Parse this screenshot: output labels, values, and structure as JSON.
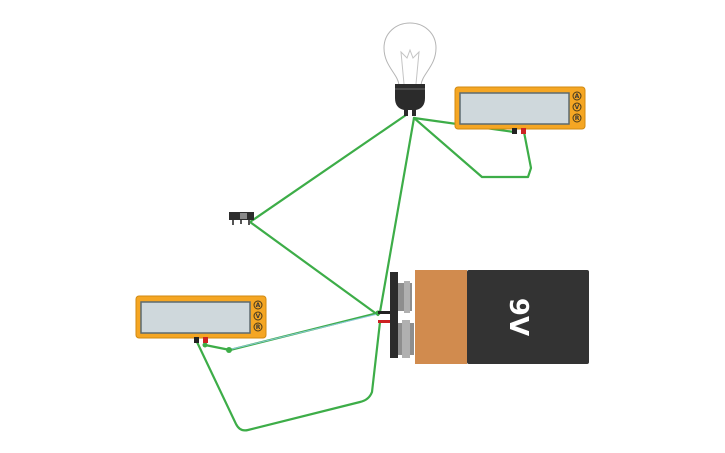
{
  "battery": {
    "label": "9V"
  },
  "multimeters": [
    {
      "id": "top-right",
      "modes": [
        "A",
        "V",
        "R"
      ]
    },
    {
      "id": "bottom-left",
      "modes": [
        "A",
        "V",
        "R"
      ]
    }
  ],
  "colors": {
    "wire": "#3dad48",
    "meter_body": "#f5a623",
    "meter_screen": "#cfd8dc",
    "battery_orange": "#d18b4e",
    "battery_dark": "#333333",
    "bulb_base": "#2b2b2b"
  }
}
